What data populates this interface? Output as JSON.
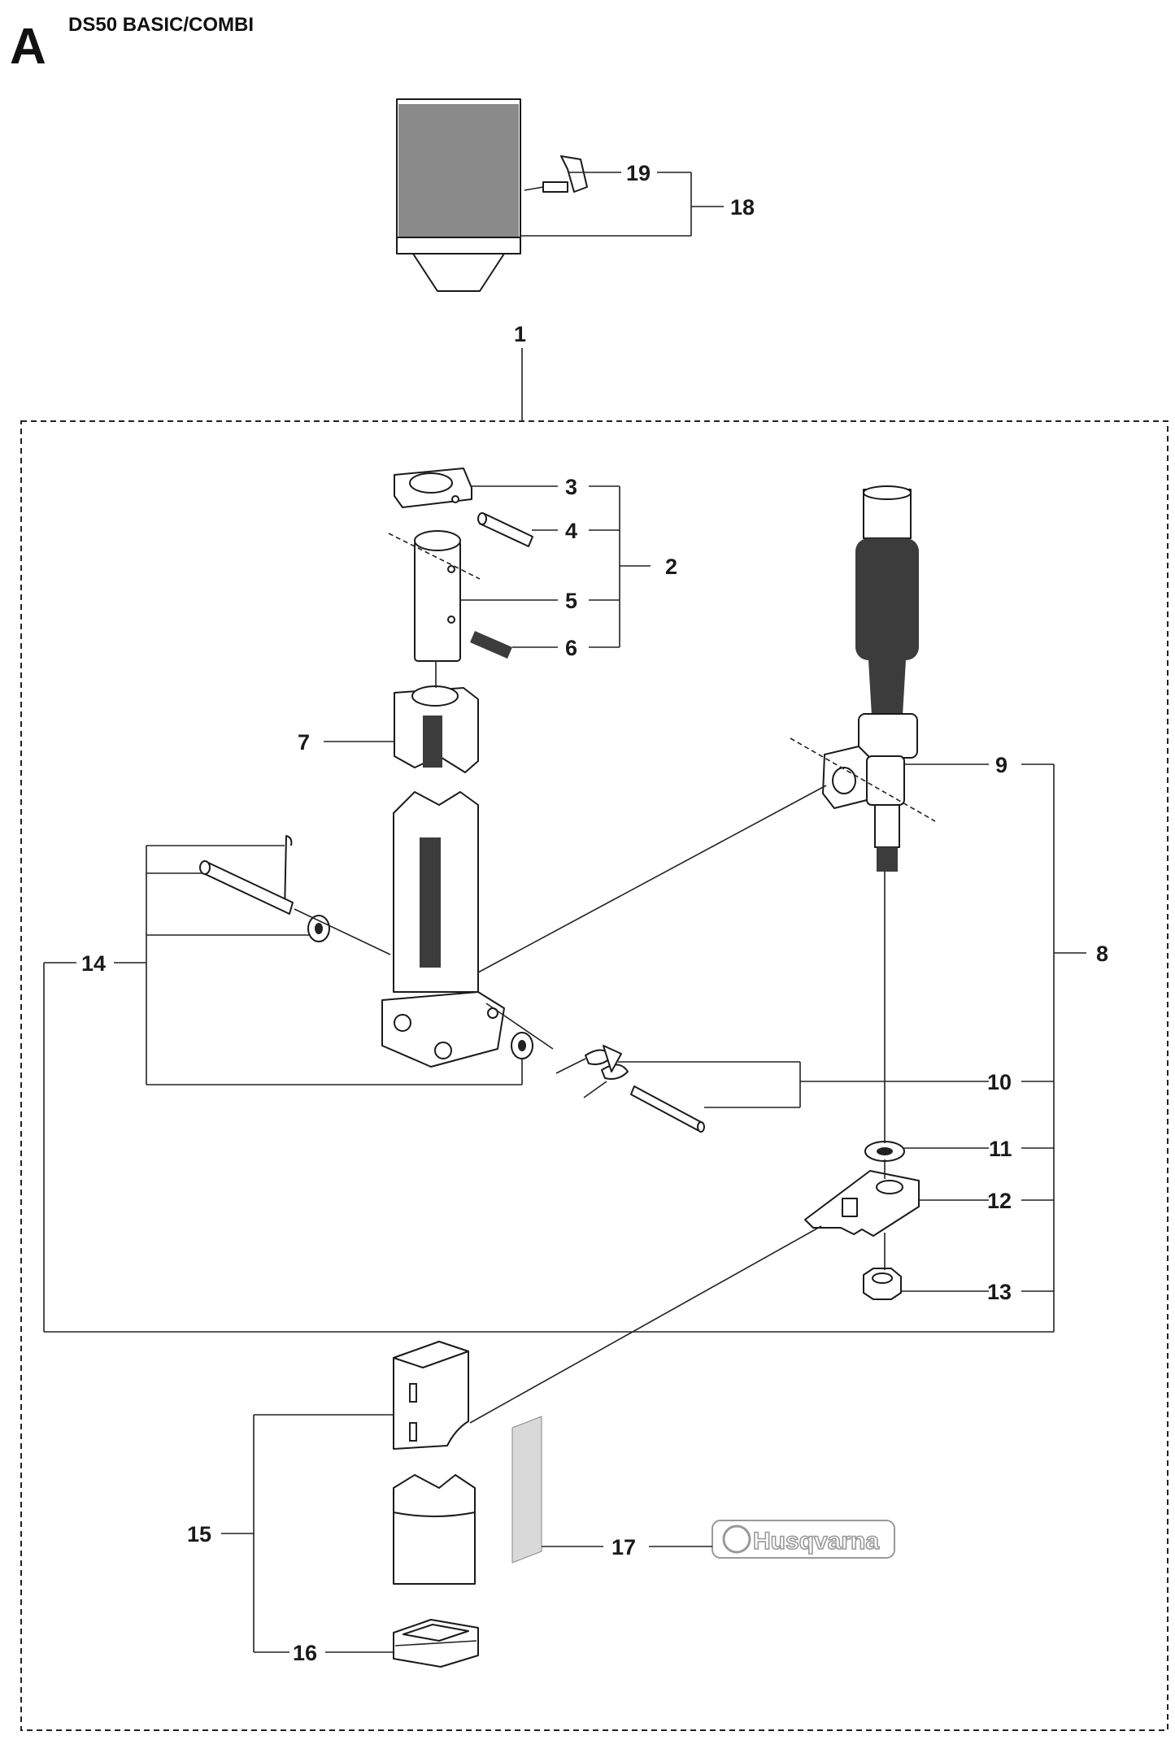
{
  "header": {
    "section_letter": "A",
    "model_title": "DS50 BASIC/COMBI"
  },
  "callouts": [
    "1",
    "2",
    "3",
    "4",
    "5",
    "6",
    "7",
    "8",
    "9",
    "10",
    "11",
    "12",
    "13",
    "14",
    "15",
    "16",
    "17",
    "18",
    "19"
  ],
  "logo": {
    "text": "Husqvarna"
  },
  "colors": {
    "line": "#222222",
    "part_fill": "#ffffff",
    "shade": "#8a8a8a",
    "sticker": "#d9d9d9"
  }
}
